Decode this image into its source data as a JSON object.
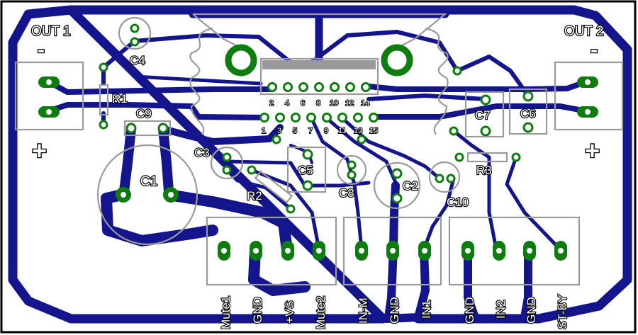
{
  "board": {
    "outputs": [
      {
        "label": "OUT 1",
        "minus": "-",
        "plus": "+"
      },
      {
        "label": "OUT 2",
        "minus": "-",
        "plus": "+"
      }
    ],
    "components": {
      "c1": "C1",
      "c2": "C2",
      "c3": "C3",
      "c4": "C4",
      "c5": "C5",
      "c6": "C6",
      "c7": "C7",
      "c8": "C8",
      "c9": "C9",
      "c10": "C10",
      "r1": "R1",
      "r2": "R2",
      "r3": "R3"
    },
    "ic_pins_top": [
      "2",
      "4",
      "6",
      "8",
      "10",
      "12",
      "14"
    ],
    "ic_pins_bottom": [
      "1",
      "3",
      "5",
      "7",
      "9",
      "11",
      "13",
      "15"
    ],
    "connectors": [
      {
        "pins": [
          "Mute1",
          "GND",
          "+VS",
          "Mute2"
        ]
      },
      {
        "pins": [
          "IN-M",
          "GND",
          "IN1"
        ]
      },
      {
        "pins": [
          "GND",
          "IN2",
          "GND",
          "ST-BY"
        ]
      }
    ]
  },
  "colors": {
    "copper": "#14148c",
    "pad": "#0e7c0e",
    "silkscreen": "#9a9a9a",
    "background": "#ffffff"
  }
}
